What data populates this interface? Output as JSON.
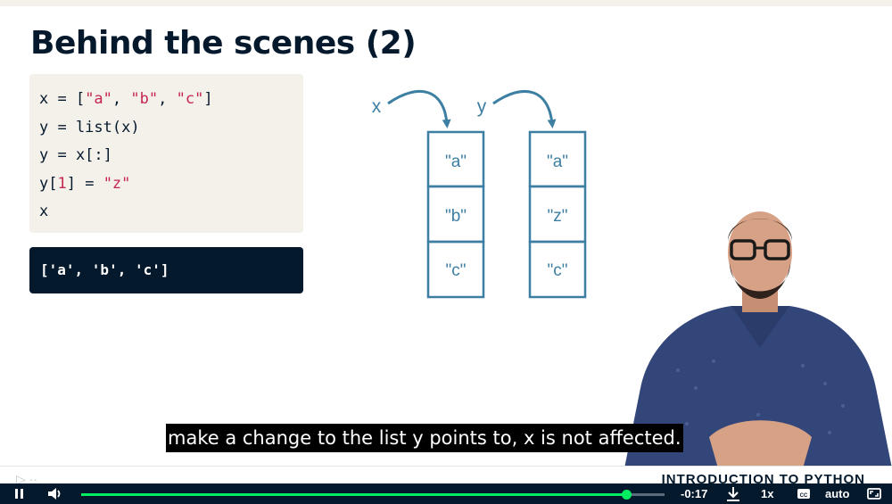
{
  "slide": {
    "title": "Behind the scenes (2)"
  },
  "code": {
    "line1": {
      "a": "x = [",
      "s1": "\"a\"",
      "c1": ", ",
      "s2": "\"b\"",
      "c2": ", ",
      "s3": "\"c\"",
      "e": "]"
    },
    "line2": "y = list(x)",
    "line3": "y = x[:]",
    "line4": {
      "a": "y[",
      "n": "1",
      "b": "] = ",
      "s": "\"z\""
    },
    "line5": "x"
  },
  "output": {
    "text": "['a', 'b', 'c']"
  },
  "diagram": {
    "x_label": "x",
    "y_label": "y",
    "x_cells": [
      "\"a\"",
      "\"b\"",
      "\"c\""
    ],
    "y_cells": [
      "\"a\"",
      "\"z\"",
      "\"c\""
    ],
    "color": "#3d7fa3"
  },
  "subtitle": {
    "text": "make a change to the list y points to, x is not affected."
  },
  "strip": {
    "right_text": "INTRODUCTION TO PYTHON"
  },
  "player": {
    "time_remaining": "-0:17",
    "speed": "1x",
    "quality": "auto",
    "progress": 0.935,
    "accent": "#03ef62",
    "icons": [
      "pause-icon",
      "volume-icon",
      "download-icon",
      "captions-icon",
      "fullscreen-icon"
    ]
  }
}
